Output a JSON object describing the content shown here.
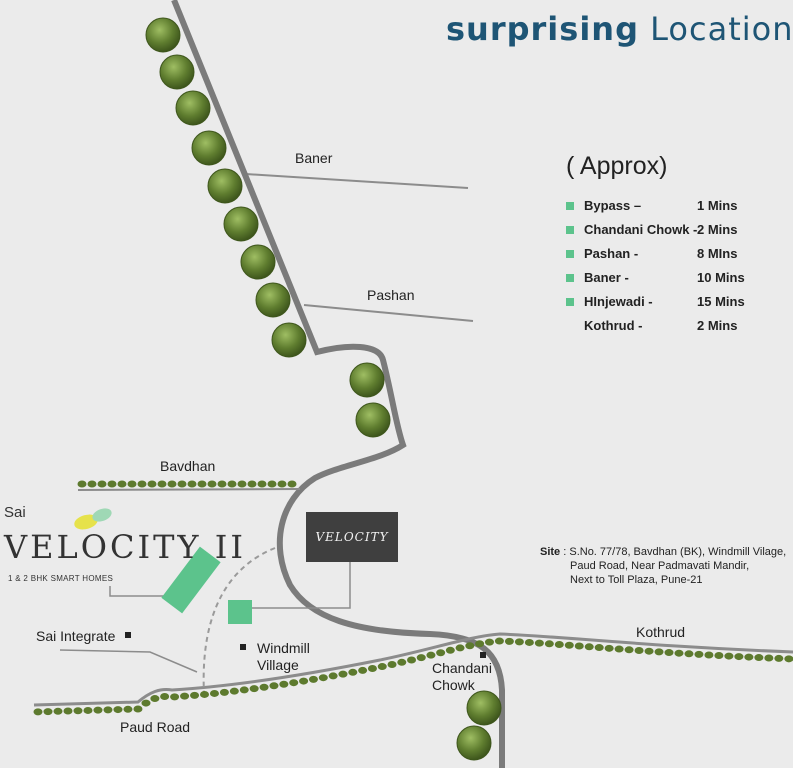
{
  "header": {
    "title_bold": "surprising",
    "title_light": "Location"
  },
  "legend": {
    "title": "( Approx)",
    "items": [
      {
        "place": "Bypass –",
        "time": "1 Mins",
        "marker": true
      },
      {
        "place": "Chandani Chowk -",
        "time": "2 Mins",
        "marker": true
      },
      {
        "place": "Pashan -",
        "time": "8 MIns",
        "marker": true
      },
      {
        "place": "Baner -",
        "time": "10 Mins",
        "marker": true
      },
      {
        "place": "HInjewadi -",
        "time": "15 Mins",
        "marker": true
      },
      {
        "place": "Kothrud -",
        "time": "2 Mins",
        "marker": false
      }
    ]
  },
  "map": {
    "roads": {
      "baner": "Baner",
      "pashan": "Pashan",
      "bavdhan": "Bavdhan",
      "kothrud": "Kothrud",
      "paud_road": "Paud Road"
    },
    "places": {
      "sai_integrate": "Sai Integrate",
      "windmill_line1": "Windmill",
      "windmill_line2": "Village",
      "chandani_line1": "Chandani",
      "chandani_line2": "Chowk"
    },
    "velocity_badge": "VELOCITY"
  },
  "logo": {
    "sai": "Sai",
    "name": "VELOCITY II",
    "tagline": "1 & 2 BHK SMART HOMES"
  },
  "site": {
    "label": "Site",
    "line1": " : S.No. 77/78, Bavdhan (BK), Windmill Vilage,",
    "line2": "Paud Road, Near Padmavati Mandir,",
    "line3": "Next to Toll Plaza, Pune-21"
  },
  "colors": {
    "accent_green": "#5cc38c",
    "title_blue": "#1e5575",
    "road_gray": "#8c8c8c",
    "tree_green": "#5d7a2e"
  }
}
